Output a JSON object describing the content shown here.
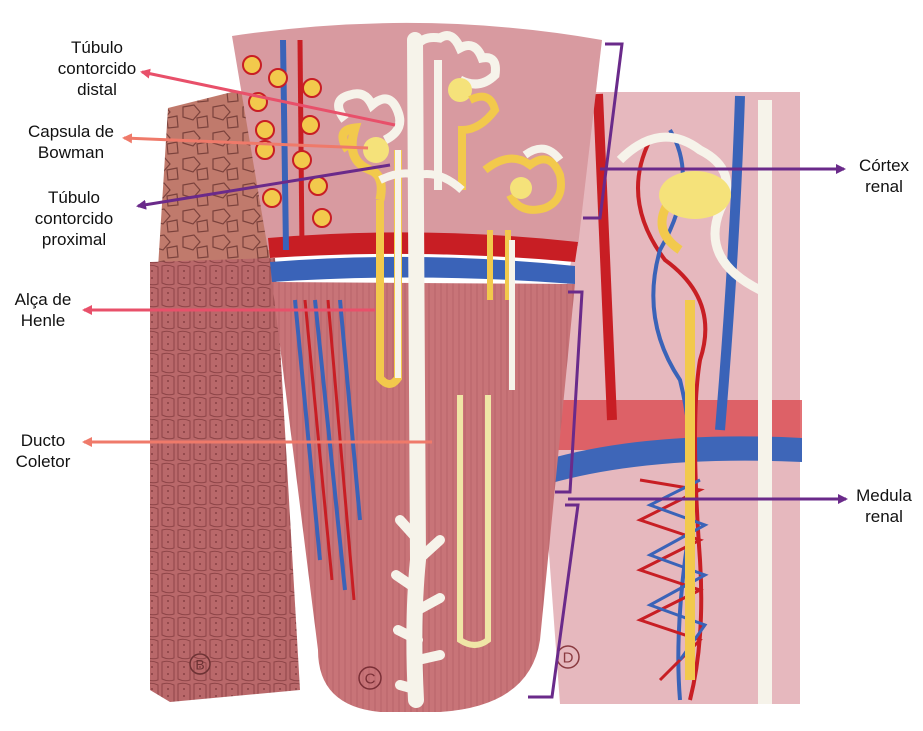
{
  "labels": {
    "distal_l1": "Túbulo",
    "distal_l2": "contorcido",
    "distal_l3": "distal",
    "bowman_l1": "Capsula de",
    "bowman_l2": "Bowman",
    "proximal_l1": "Túbulo",
    "proximal_l2": "contorcido",
    "proximal_l3": "proximal",
    "henle_l1": "Alça de",
    "henle_l2": "Henle",
    "ducto_l1": "Ducto",
    "ducto_l2": "Coletor",
    "cortex_l1": "Córtex",
    "cortex_l2": "renal",
    "medula_l1": "Medula",
    "medula_l2": "renal"
  },
  "model_markers": {
    "b": "B",
    "c": "C",
    "d": "D"
  },
  "colors": {
    "arrow_red": "#e8506a",
    "arrow_salmon": "#ef7a6a",
    "arrow_purple": "#6a2a8a",
    "tissue": "#c9747a",
    "vessel_red": "#c81e24",
    "vessel_blue": "#3a63b8",
    "tubule_white": "#f6f3ea",
    "tubule_yellow": "#f2c94c"
  }
}
